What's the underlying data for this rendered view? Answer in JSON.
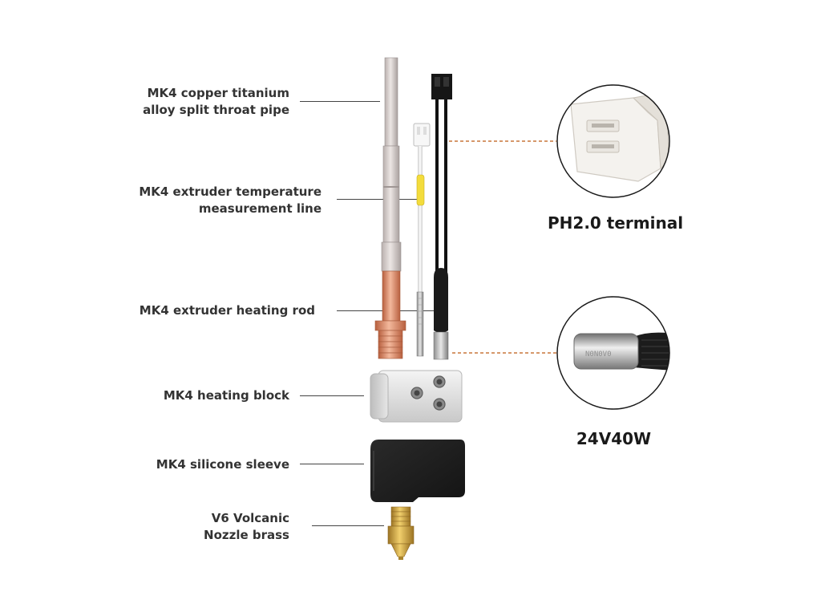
{
  "parts": [
    {
      "id": "throat-pipe",
      "lines": [
        "MK4 copper titanium",
        "alloy split throat pipe"
      ]
    },
    {
      "id": "temperature-line",
      "lines": [
        "MK4 extruder temperature",
        "measurement line"
      ]
    },
    {
      "id": "heating-rod",
      "lines": [
        "MK4 extruder heating rod"
      ]
    },
    {
      "id": "heating-block",
      "lines": [
        "MK4 heating block"
      ]
    },
    {
      "id": "silicone-sleeve",
      "lines": [
        "MK4 silicone sleeve"
      ]
    },
    {
      "id": "nozzle",
      "lines": [
        "V6 Volcanic",
        "Nozzle brass"
      ]
    }
  ],
  "callouts": {
    "terminal": {
      "label": "PH2.0 terminal"
    },
    "heater": {
      "label": "24V40W",
      "engraving": "N0N0V0"
    }
  },
  "colors": {
    "label_text": "#333333",
    "leader_line": "#444444",
    "callout_leader": "#c8763a",
    "copper": "#d88a6a",
    "brass": "#c9a13c",
    "aluminum": "#dcdcdc",
    "silicone": "#1e1e1e"
  }
}
